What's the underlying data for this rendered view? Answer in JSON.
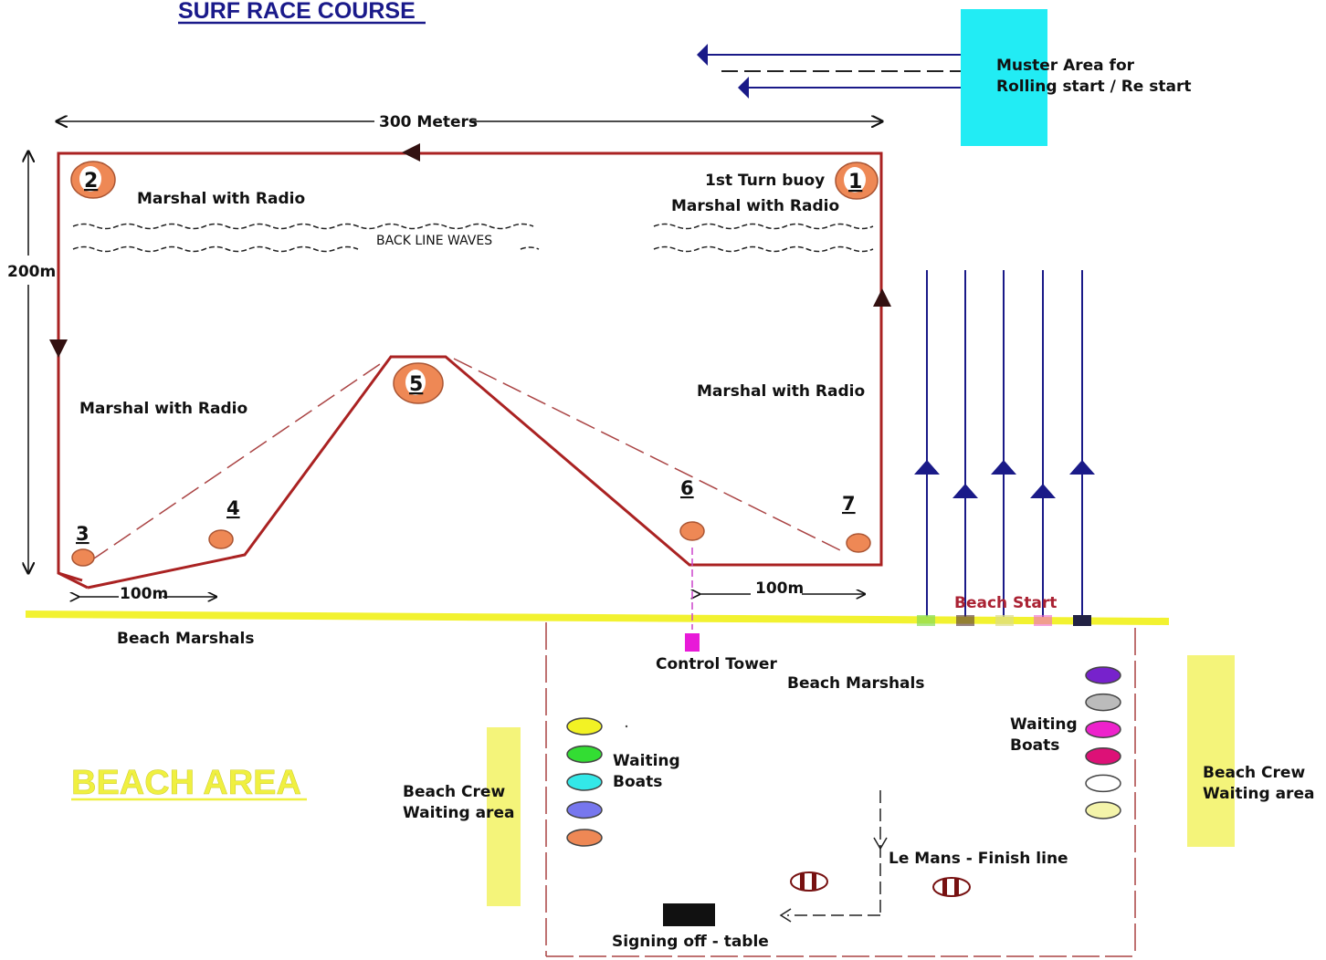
{
  "title": "SURF RACE COURSE",
  "beach_area_label": "BEACH AREA",
  "dimensions": {
    "width_label": "300 Meters",
    "height_label": "200m",
    "left_segment_label": "100m",
    "right_segment_label": "100m"
  },
  "buoys": [
    {
      "number": "1",
      "label": "1st Turn buoy"
    },
    {
      "number": "2"
    },
    {
      "number": "3"
    },
    {
      "number": "4"
    },
    {
      "number": "5"
    },
    {
      "number": "6"
    },
    {
      "number": "7"
    }
  ],
  "marshals": {
    "buoy1": "Marshal with Radio",
    "buoy2": "Marshal with Radio",
    "left": "Marshal with Radio",
    "right": "Marshal with Radio"
  },
  "waves_label": "BACK LINE WAVES",
  "muster_area": {
    "line1": "Muster Area for",
    "line2": "Rolling start / Re start"
  },
  "beach_start_label": "Beach Start",
  "beach_marshals": {
    "left": "Beach Marshals",
    "right": "Beach Marshals"
  },
  "control_tower_label": "Control Tower",
  "waiting_boats_left": {
    "line1": "Waiting",
    "line2": "Boats",
    "colors": [
      "#f2f224",
      "#33dd33",
      "#33e8e8",
      "#7777ee",
      "#ee8855"
    ]
  },
  "waiting_boats_right": {
    "line1": "Waiting",
    "line2": "Boats",
    "colors": [
      "#7722cc",
      "#bbbbbb",
      "#ee22cc",
      "#dd1177",
      "#ffffff",
      "#f4f4aa"
    ]
  },
  "crew_waiting_left": {
    "line1": "Beach Crew",
    "line2": "Waiting area"
  },
  "crew_waiting_right": {
    "line1": "Beach Crew",
    "line2": "Waiting area"
  },
  "finish_line_label": "Le Mans - Finish line",
  "signing_off_label": "Signing off - table",
  "colors": {
    "course_line": "#aa2222",
    "buoy": "#ee8855",
    "start_lane": "#1a1a88",
    "beach_line": "#f2f230",
    "muster_box": "#22ecf4",
    "crew_area": "#f4f47a",
    "control_tower": "#e81ad8",
    "signing_table": "#111111",
    "beach_start_text": "#aa2233"
  }
}
